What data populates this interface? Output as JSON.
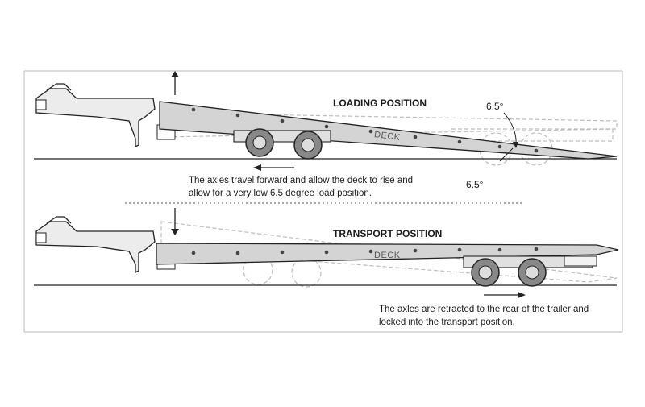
{
  "loading": {
    "title": "LOADING POSITION",
    "angle_top": "6.5°",
    "angle_bottom": "6.5°",
    "deck_label": "DECK",
    "caption_line1": "The axles travel forward and allow the deck to rise and",
    "caption_line2": "allow for a very low 6.5 degree load position."
  },
  "transport": {
    "title": "TRANSPORT POSITION",
    "deck_label": "DECK",
    "caption_line1": "The axles are retracted to the rear of the trailer and",
    "caption_line2": "locked into the transport position."
  },
  "colors": {
    "line": "#222222",
    "deck_fill": "#d4d4d4",
    "ghost": "#b8b8b8"
  }
}
